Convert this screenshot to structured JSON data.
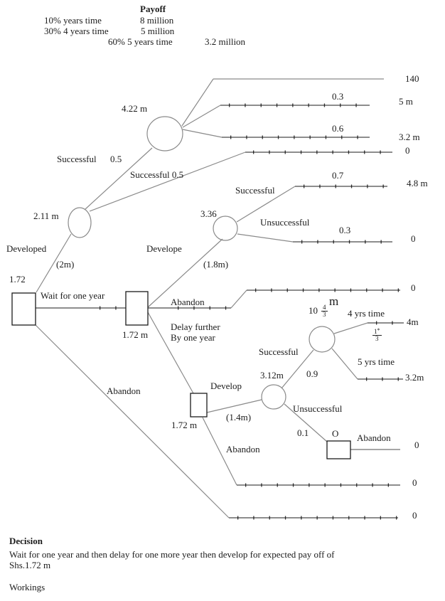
{
  "header": {
    "title": "Payoff",
    "rows": [
      {
        "condition": "10% years time",
        "payoff": "8 million"
      },
      {
        "condition": "30% 4 years time",
        "payoff": "5 million"
      },
      {
        "condition": "60% 5 years time",
        "payoff": "3.2 million"
      }
    ]
  },
  "tree": {
    "values": {
      "root_ev": "1.72",
      "developed_ev": "2.11 m",
      "top_ev": "4.22 m",
      "wait_ev": "1.72 m",
      "develope_ev": "3.36",
      "delay_ev": "1.72 m",
      "develop_ev": "3.12m",
      "ten": "10",
      "ten_frac_num": "4",
      "ten_frac_den": "3",
      "ten_m": "m",
      "o_node": "O"
    },
    "branches": {
      "successful_a": "Successful",
      "successful_b": "Successful 0.5",
      "developed": "Developed",
      "developed_cost": "(2m)",
      "wait": "Wait for one year",
      "abandon_root": "Abandon",
      "develope": "Develope",
      "develope_cost": "(1.8m)",
      "abandon_wait": "Abandon",
      "delay_line1": "Delay further",
      "delay_line2": "By one year",
      "successful_c": "Successful",
      "unsuccessful_c": "Unsuccessful",
      "develop": "Develop",
      "develop_cost": "(1.4m)",
      "abandon_delay": "Abandon",
      "successful_d": "Successful",
      "unsuccessful_d": "Unsuccessful",
      "abandon_o": "Abandon",
      "four_yrs": "4 yrs time",
      "five_yrs": "5 yrs time"
    },
    "probabilities": {
      "p05_a": "0.5",
      "p03_top": "0.3",
      "p06_top": "0.6",
      "p07": "0.7",
      "p03_mid": "0.3",
      "p09": "0.9",
      "p01": "0.1",
      "third_num": "1",
      "third_den": "3",
      "third_star": "*"
    },
    "terminals": {
      "t140": "140",
      "t5m": "5 m",
      "t32m_top": "3.2 m",
      "t0_a": "0",
      "t48m": "4.8 m",
      "t0_b": "0",
      "t0_c": "0",
      "t4m": "4m",
      "t32m_mid": "3.2m",
      "t0_o": "0",
      "t0_d": "0",
      "t0_e": "0"
    }
  },
  "footer": {
    "decision_title": "Decision",
    "decision_text": "Wait for one year and then delay for one more year then develop for expected pay off of",
    "decision_amount": "Shs.1.72 m",
    "workings_title": "Workings"
  }
}
